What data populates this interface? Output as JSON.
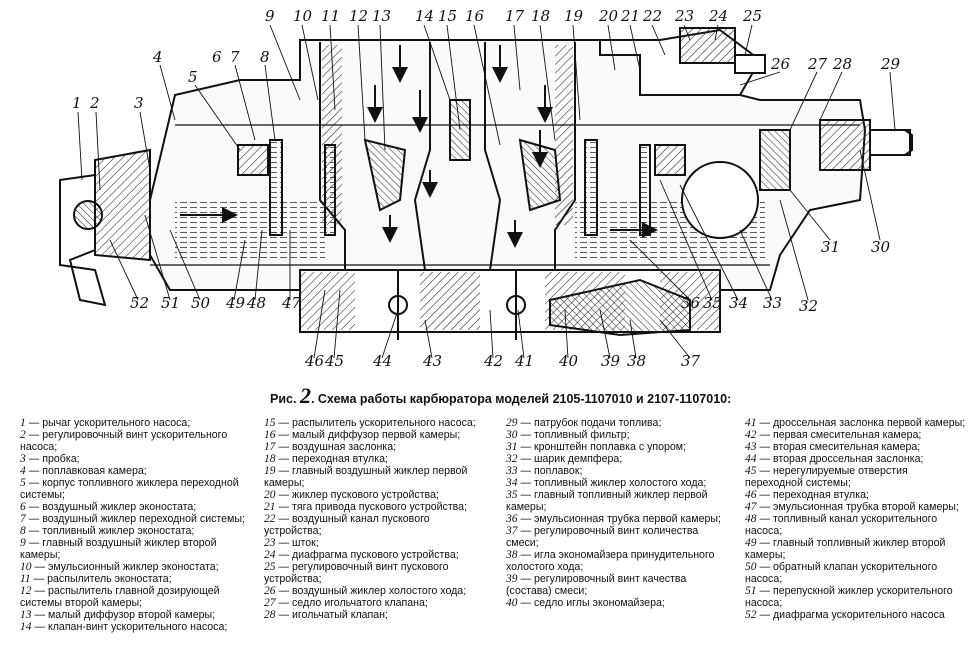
{
  "figure": {
    "prefix": "Рис.",
    "number": "2",
    "title": "Схема работы карбюратора моделей 2105-1107010 и 2107-1107010:"
  },
  "callouts_top": [
    "9",
    "10",
    "11",
    "12",
    "13",
    "14",
    "15",
    "16",
    "17",
    "18",
    "19",
    "20",
    "21",
    "22",
    "23",
    "24",
    "25"
  ],
  "callouts_left": [
    "1",
    "2",
    "3",
    "4",
    "5",
    "6",
    "7",
    "8"
  ],
  "callouts_right": [
    "26",
    "27",
    "28",
    "29"
  ],
  "callouts_bottom": [
    "52",
    "51",
    "50",
    "49",
    "48",
    "47",
    "46",
    "45",
    "44",
    "43",
    "42",
    "41",
    "40",
    "39",
    "38",
    "37",
    "36",
    "35",
    "34",
    "33",
    "32",
    "31",
    "30"
  ],
  "legend": [
    [
      {
        "n": "1",
        "t": "— рычаг ускорительного насоса;"
      },
      {
        "n": "2",
        "t": "— регулировочный винт ускорительного насоса;"
      },
      {
        "n": "3",
        "t": "— пробка;"
      },
      {
        "n": "4",
        "t": "— поплавковая камера;"
      },
      {
        "n": "5",
        "t": "— корпус топливного жиклера переходной системы;"
      },
      {
        "n": "6",
        "t": "— воздушный жиклер эконостата;"
      },
      {
        "n": "7",
        "t": "— воздушный жиклер переходной системы;"
      },
      {
        "n": "8",
        "t": "— топливный жиклер эконостата;"
      },
      {
        "n": "9",
        "t": "— главный воздушный жиклер второй камеры;"
      },
      {
        "n": "10",
        "t": "— эмульсионный жиклер эконостата;"
      },
      {
        "n": "11",
        "t": "— распылитель эконостата;"
      },
      {
        "n": "12",
        "t": "— распылитель главной дозирующей системы второй камеры;"
      },
      {
        "n": "13",
        "t": "— малый диффузор второй камеры;"
      },
      {
        "n": "14",
        "t": "— клапан-винт ускорительного насоса;"
      }
    ],
    [
      {
        "n": "15",
        "t": "— распылитель ускорительного насоса;"
      },
      {
        "n": "16",
        "t": "— малый диффузор первой камеры;"
      },
      {
        "n": "17",
        "t": "— воздушная заслонка;"
      },
      {
        "n": "18",
        "t": "— переходная втулка;"
      },
      {
        "n": "19",
        "t": "— главный воздушный жиклер первой камеры;"
      },
      {
        "n": "20",
        "t": "— жиклер пускового устройства;"
      },
      {
        "n": "21",
        "t": "— тяга привода пускового устройства;"
      },
      {
        "n": "22",
        "t": "— воздушный канал пускового устройства;"
      },
      {
        "n": "23",
        "t": "— шток;"
      },
      {
        "n": "24",
        "t": "— диафрагма пускового устройства;"
      },
      {
        "n": "25",
        "t": "— регулировочный винт пускового устройства;"
      },
      {
        "n": "26",
        "t": "— воздушный жиклер холостого хода;"
      },
      {
        "n": "27",
        "t": "— седло игольчатого клапана;"
      },
      {
        "n": "28",
        "t": "— игольчатый клапан;"
      }
    ],
    [
      {
        "n": "29",
        "t": "— патрубок подачи топлива;"
      },
      {
        "n": "30",
        "t": "— топливный фильтр;"
      },
      {
        "n": "31",
        "t": "— кронштейн поплавка с упором;"
      },
      {
        "n": "32",
        "t": "— шарик демпфера;"
      },
      {
        "n": "33",
        "t": "— поплавок;"
      },
      {
        "n": "34",
        "t": "— топливный жиклер холостого хода;"
      },
      {
        "n": "35",
        "t": "— главный топливный жиклер первой камеры;"
      },
      {
        "n": "36",
        "t": "— эмульсионная трубка первой камеры;"
      },
      {
        "n": "37",
        "t": "— регулировочный винт количества смеси;"
      },
      {
        "n": "38",
        "t": "— игла экономайзера принудительного холостого хода;"
      },
      {
        "n": "39",
        "t": "— регулировочный винт качества (состава) смеси;"
      },
      {
        "n": "40",
        "t": "— седло иглы экономайзера;"
      }
    ],
    [
      {
        "n": "41",
        "t": "— дроссельная заслонка первой камеры;"
      },
      {
        "n": "42",
        "t": "— первая смесительная камера;"
      },
      {
        "n": "43",
        "t": "— вторая смесительная камера;"
      },
      {
        "n": "44",
        "t": "— вторая дроссельная заслонка;"
      },
      {
        "n": "45",
        "t": "— нерегулируемые отверстия переходной системы;"
      },
      {
        "n": "46",
        "t": "— переходная втулка;"
      },
      {
        "n": "47",
        "t": "— эмульсионная трубка второй камеры;"
      },
      {
        "n": "48",
        "t": "— топливный канал ускорительного насоса;"
      },
      {
        "n": "49",
        "t": "— главный топливный жиклер второй камеры;"
      },
      {
        "n": "50",
        "t": "— обратный клапан ускорительного насоса;"
      },
      {
        "n": "51",
        "t": "— перепускной жиклер ускорительного насоса;"
      },
      {
        "n": "52",
        "t": "— диафрагма ускорительного насоса"
      }
    ]
  ]
}
